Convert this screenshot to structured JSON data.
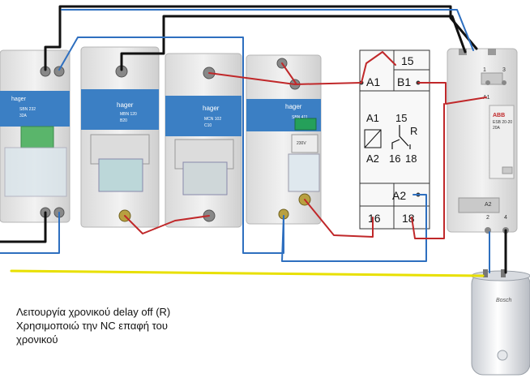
{
  "caption": {
    "line1": "Λειτουργία χρονικού delay off (R)",
    "line2": "Χρησιμοποιώ την NC επαφή του",
    "line3": "χρονικού"
  },
  "breakers": [
    {
      "brand": "hager",
      "model": "SBN 232",
      "rating": "32A"
    },
    {
      "brand": "hager",
      "model": "MBN 120",
      "rating": "B20"
    },
    {
      "brand": "hager",
      "model": "MCN 102",
      "rating": "C10"
    },
    {
      "brand": "hager",
      "model": "SBN 411",
      "rating": "230V"
    }
  ],
  "timer_relay": {
    "top_terminal": "15",
    "terminal_a1": "A1",
    "terminal_b1": "B1",
    "schematic_a1": "A1",
    "schematic_a2": "A2",
    "schematic_15": "15",
    "schematic_r": "R",
    "schematic_16": "16",
    "schematic_18": "18",
    "terminal_a2": "A2",
    "bottom_16": "16",
    "bottom_18": "18"
  },
  "contactor": {
    "brand": "ABB",
    "model": "ESB 20-20",
    "rating": "20A",
    "terminal_1": "1",
    "terminal_3": "3",
    "terminal_a1": "A1",
    "terminal_a2": "A2",
    "terminal_2": "2",
    "terminal_4": "4"
  },
  "water_heater": {
    "logo": "Bosch"
  },
  "colors": {
    "wire_black": "#111111",
    "wire_blue": "#2e6fbf",
    "wire_red": "#c0282a",
    "wire_yellow": "#e8e000",
    "module": "#e9e9e9",
    "brand_blue": "#3b7fc4"
  }
}
